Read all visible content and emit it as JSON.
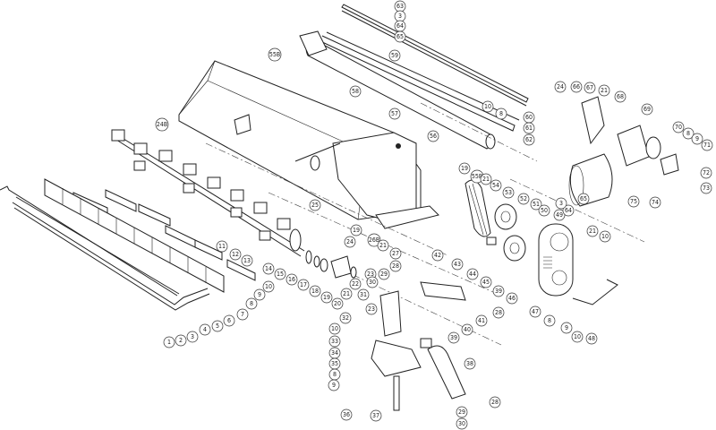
{
  "diagram": {
    "type": "exploded-parts-view",
    "part_labels": [
      "1",
      "2",
      "3",
      "4",
      "5",
      "6",
      "7",
      "8",
      "9",
      "10",
      "11",
      "12",
      "13",
      "14",
      "15",
      "16",
      "17",
      "18",
      "19",
      "20",
      "21",
      "22",
      "23",
      "24",
      "19",
      "26B",
      "21",
      "27",
      "28",
      "29",
      "30",
      "31",
      "23",
      "32",
      "10",
      "33",
      "34",
      "35",
      "8",
      "9",
      "36",
      "37",
      "38",
      "39",
      "40",
      "41",
      "28",
      "28",
      "29",
      "30",
      "42",
      "43",
      "44",
      "45",
      "39",
      "46",
      "47",
      "8",
      "9",
      "10",
      "48",
      "21",
      "10",
      "63",
      "3",
      "64",
      "65",
      "55B",
      "59",
      "58",
      "57",
      "56",
      "24B",
      "25",
      "10",
      "8",
      "60",
      "61",
      "62",
      "19",
      "55B",
      "21",
      "54",
      "53",
      "52",
      "51",
      "50",
      "49",
      "24",
      "66",
      "67",
      "21",
      "68",
      "69",
      "70",
      "8",
      "9",
      "71",
      "72",
      "73",
      "74",
      "75",
      "65",
      "64",
      "3"
    ]
  }
}
